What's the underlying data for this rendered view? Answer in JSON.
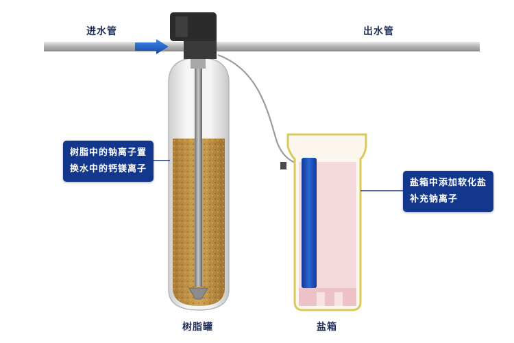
{
  "labels": {
    "inlet_pipe": "进水管",
    "outlet_pipe": "出水管",
    "resin_tank": "树脂罐",
    "brine_tank": "盐箱"
  },
  "callouts": {
    "resin": {
      "line1": "树脂中的钠离子置",
      "line2": "换水中的钙镁离子"
    },
    "brine": {
      "line1": "盐箱中添加软化盐",
      "line2": "补充钠离子"
    }
  },
  "colors": {
    "callout_bg": "#12378c",
    "arrow": "#1f63c9",
    "resin": "#c4984a",
    "brine_liquid": "#f3d9dc",
    "brine_tube": "#1c4fb8",
    "brine_rim": "#d8c95a",
    "valve": "#2b2b2b"
  }
}
